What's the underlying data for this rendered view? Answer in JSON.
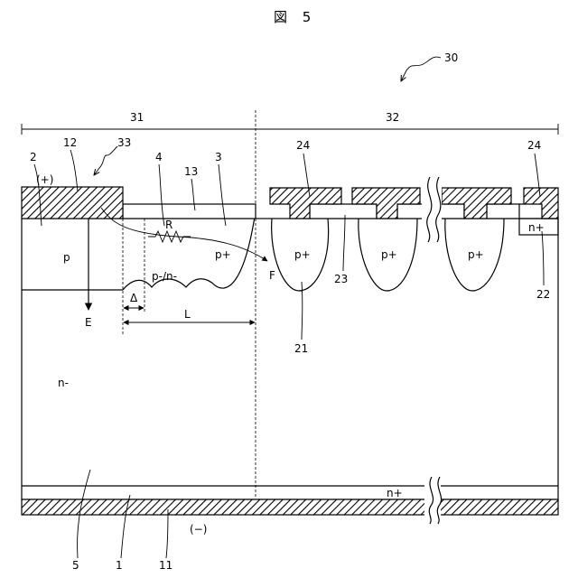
{
  "figure_title": "図 5",
  "refs": {
    "r30": "30",
    "r31": "31",
    "r32": "32",
    "r33": "33",
    "r2": "2",
    "r12": "12",
    "r4": "4",
    "r13": "13",
    "r3": "3",
    "r24a": "24",
    "r24b": "24",
    "r23": "23",
    "r21": "21",
    "r22": "22",
    "r5": "5",
    "r1": "1",
    "r11": "11"
  },
  "labels": {
    "plus": "(+)",
    "minus": "(−)",
    "p": "p",
    "pplus_main": "p+",
    "r": "R",
    "pminus_nminus": "p-/n-",
    "pplus_1": "p+",
    "pplus_2": "p+",
    "pplus_3": "p+",
    "nplus_right": "n+",
    "nplus_bottom": "n+",
    "nminus": "n-",
    "e": "E",
    "f": "F",
    "delta": "Δ",
    "l": "L"
  }
}
